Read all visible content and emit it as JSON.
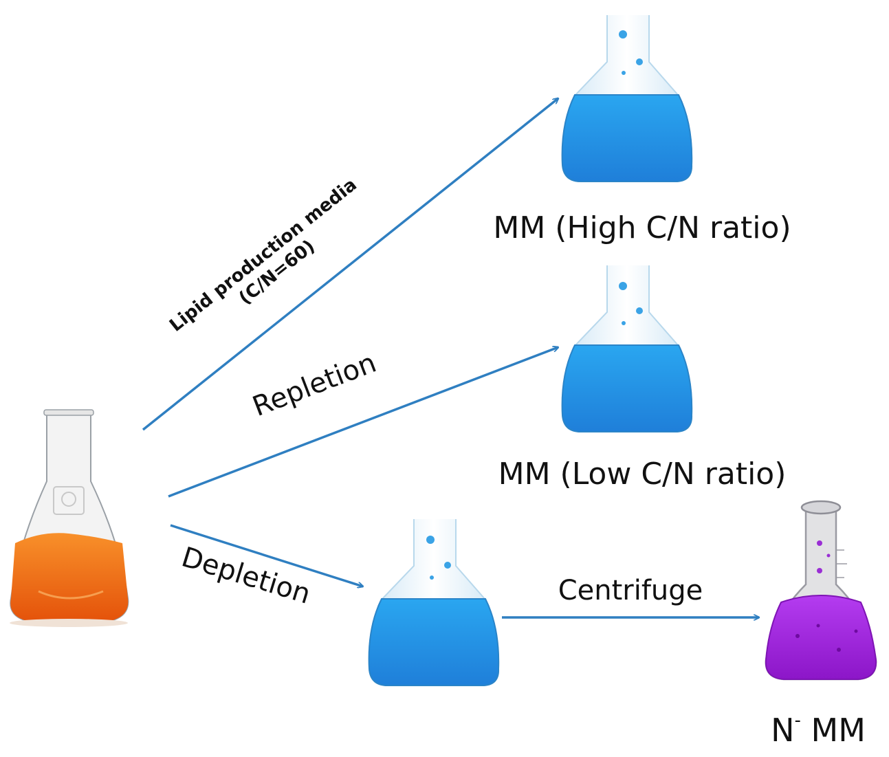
{
  "labels": {
    "media_line1": "Lipid production media",
    "media_line2": "(C/N=60)",
    "repletion": "Repletion",
    "depletion": "Depletion",
    "centrifuge": "Centrifuge",
    "flask_high": "MM (High C/N ratio)",
    "flask_low": "MM (Low C/N ratio)",
    "flask_n_main": "N",
    "flask_n_sup": "-",
    "flask_n_tail": " MM"
  },
  "colors": {
    "arrow": "#2f7fc1",
    "blue_medium": "#1f9ae6",
    "orange_culture": "#f06a0c",
    "purple_medium": "#a120e0"
  },
  "icons": {
    "source": "culture-flask-icon",
    "high": "blue-flask-icon",
    "low": "blue-flask-icon",
    "depleted": "blue-flask-icon",
    "n_minus": "purple-flask-icon"
  }
}
